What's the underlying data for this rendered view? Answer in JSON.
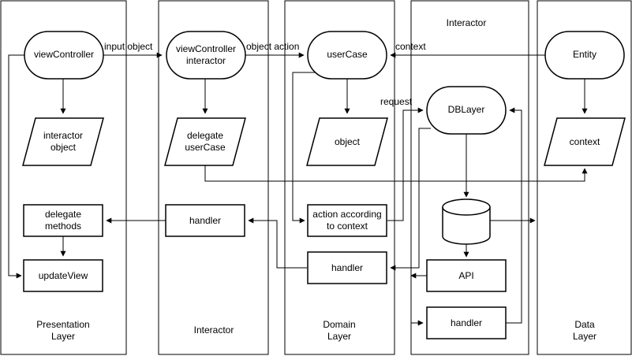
{
  "lanes": {
    "presentation": [
      "Presentation",
      "Layer"
    ],
    "interactor": "Interactor",
    "domain": [
      "Domain",
      "Layer"
    ],
    "interactor_db": "Interactor",
    "data": [
      "Data",
      "Layer"
    ]
  },
  "nodes": {
    "view_controller": "viewController",
    "interactor_object": [
      "interactor",
      "object"
    ],
    "delegate_methods": [
      "delegate",
      "methods"
    ],
    "update_view": "updateView",
    "view_controller_interactor": [
      "viewController",
      "interactor"
    ],
    "delegate_usercase": [
      "delegate",
      "userCase"
    ],
    "handler_interactor": "handler",
    "usercase": "userCase",
    "object": "object",
    "action_according": [
      "action according",
      "to context"
    ],
    "handler_domain": "handler",
    "db_layer": "DBLayer",
    "api": "API",
    "handler_db": "handler",
    "entity": "Entity",
    "context": "context"
  },
  "edge_labels": {
    "input_object": "input object",
    "object_action": "object action",
    "context": "context",
    "request": "request"
  }
}
